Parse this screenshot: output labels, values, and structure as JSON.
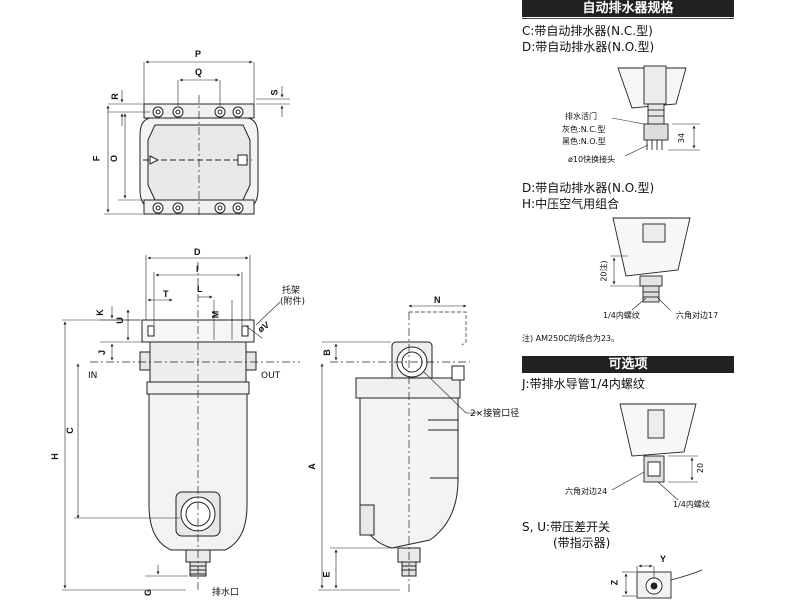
{
  "right_panel": {
    "drain_spec_title": "自动排水器规格",
    "drain_c": "C:带自动排水器(N.C.型)",
    "drain_d": "D:带自动排水器(N.O.型)",
    "drain_cock": "排水活门",
    "grey_nc": "灰色:N.C.型",
    "black_no": "黑色:N.O.型",
    "dim_34": "34",
    "quick_fitting": "ø10快换接头",
    "drain_d2": "D:带自动排水器(N.O.型)",
    "drain_h": "H:中压空气用组合",
    "dim_20_note": "20注)",
    "thread_14": "1/4内螺纹",
    "hex_17": "六角对边17",
    "note_am250c": "注) AM250C的场合为23。",
    "options_title": "可选项",
    "option_j": "J:带排水导管1/4内螺纹",
    "dim_20": "20",
    "hex_24": "六角对边24",
    "thread_14b": "1/4内螺纹",
    "option_su": "S, U:带压差开关",
    "with_indicator": "(带指示器)",
    "dim_y": "Y",
    "dim_z": "Z"
  },
  "top_view": {
    "dim_p": "P",
    "dim_q": "Q",
    "dim_r": "R",
    "dim_s": "S",
    "dim_f": "F",
    "dim_o": "O"
  },
  "front_view": {
    "dim_d": "D",
    "dim_i": "I",
    "dim_t": "T",
    "dim_l": "L",
    "dim_m": "M",
    "dim_k": "K",
    "dim_u": "U",
    "dim_j": "J",
    "dim_h": "H",
    "dim_c": "C",
    "dim_g": "G",
    "dim_v": "øV",
    "bracket": "托架",
    "attached": "(附件)",
    "in": "IN",
    "out": "OUT",
    "drain_port": "排水口"
  },
  "side_view": {
    "dim_n": "N",
    "dim_b": "B",
    "dim_a": "A",
    "dim_e": "E",
    "port_size": "2×接管口径"
  }
}
